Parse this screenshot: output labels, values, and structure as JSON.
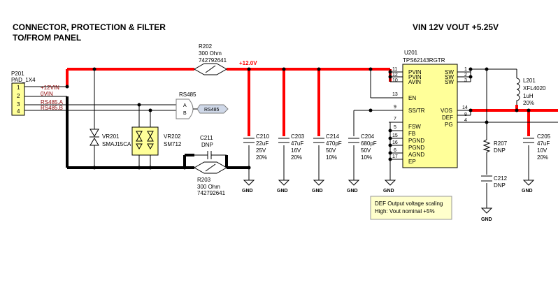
{
  "title": {
    "line1": "CONNECTOR, PROTECTION & FILTER",
    "line2": "TO/FROM PANEL",
    "right": "VIN 12V VOUT +5.25V"
  },
  "colors": {
    "power_wire": "#ff0000",
    "ground_wire": "#000000",
    "signal_wire": "#000080",
    "net_label": "#8b0000",
    "ic_fill": "#ffff99",
    "note_fill": "#ffffcc"
  },
  "connector": {
    "ref": "P201",
    "part": "PAD_1X4",
    "pins": [
      "1",
      "2",
      "3",
      "4"
    ],
    "nets": [
      "+12VIN",
      "0VIN",
      "RS485.A",
      "RS485.B"
    ]
  },
  "rail_label": "+12.0V",
  "r202": {
    "ref": "R202",
    "value": "300 Ohm",
    "part": "742792641"
  },
  "r203": {
    "ref": "R203",
    "value": "300 Ohm",
    "part": "742792641"
  },
  "rs485_port": {
    "name": "RS485",
    "pin_a": "A",
    "pin_b": "B",
    "label": "RS485"
  },
  "vr201": {
    "ref": "VR201",
    "value": "SMAJ15CA"
  },
  "vr202": {
    "ref": "VR202",
    "value": "SM712"
  },
  "c211": {
    "ref": "C211",
    "value": "DNP"
  },
  "caps": [
    {
      "ref": "C210",
      "value": "22uF",
      "voltage": "25V",
      "tol": "20%"
    },
    {
      "ref": "C203",
      "value": "47uF",
      "voltage": "16V",
      "tol": "20%"
    },
    {
      "ref": "C214",
      "value": "470pF",
      "voltage": "50V",
      "tol": "10%"
    },
    {
      "ref": "C204",
      "value": "680pF",
      "voltage": "50V",
      "tol": "10%"
    }
  ],
  "ic": {
    "ref": "U201",
    "part": "TPS62143RGTR",
    "left_pins": [
      {
        "num": "11",
        "name": "PVIN"
      },
      {
        "num": "12",
        "name": "PVIN"
      },
      {
        "num": "10",
        "name": "AVIN"
      },
      {
        "num": "13",
        "name": "EN"
      },
      {
        "num": "9",
        "name": "SS/TR"
      },
      {
        "num": "7",
        "name": "FSW"
      },
      {
        "num": "5",
        "name": "FB"
      },
      {
        "num": "15",
        "name": "PGND"
      },
      {
        "num": "16",
        "name": "PGND"
      },
      {
        "num": "6",
        "name": "AGND"
      },
      {
        "num": "17",
        "name": "EP"
      }
    ],
    "right_pins": [
      {
        "num": "1",
        "name": "SW"
      },
      {
        "num": "2",
        "name": "SW"
      },
      {
        "num": "3",
        "name": "SW"
      },
      {
        "num": "14",
        "name": "VOS"
      },
      {
        "num": "8",
        "name": "DEF"
      },
      {
        "num": "4",
        "name": "PG"
      }
    ]
  },
  "l201": {
    "ref": "L201",
    "value": "XFL4020",
    "ind": "1uH",
    "tol": "20%"
  },
  "r207": {
    "ref": "R207",
    "value": "DNP"
  },
  "c212": {
    "ref": "C212",
    "value": "DNP"
  },
  "c205": {
    "ref": "C205",
    "value": "47uF",
    "voltage": "10V",
    "tol": "20%"
  },
  "gnd_label": "GND",
  "note": {
    "line1": "DEF Output voltage scaling",
    "line2": "High: Vout nominal +5%"
  }
}
